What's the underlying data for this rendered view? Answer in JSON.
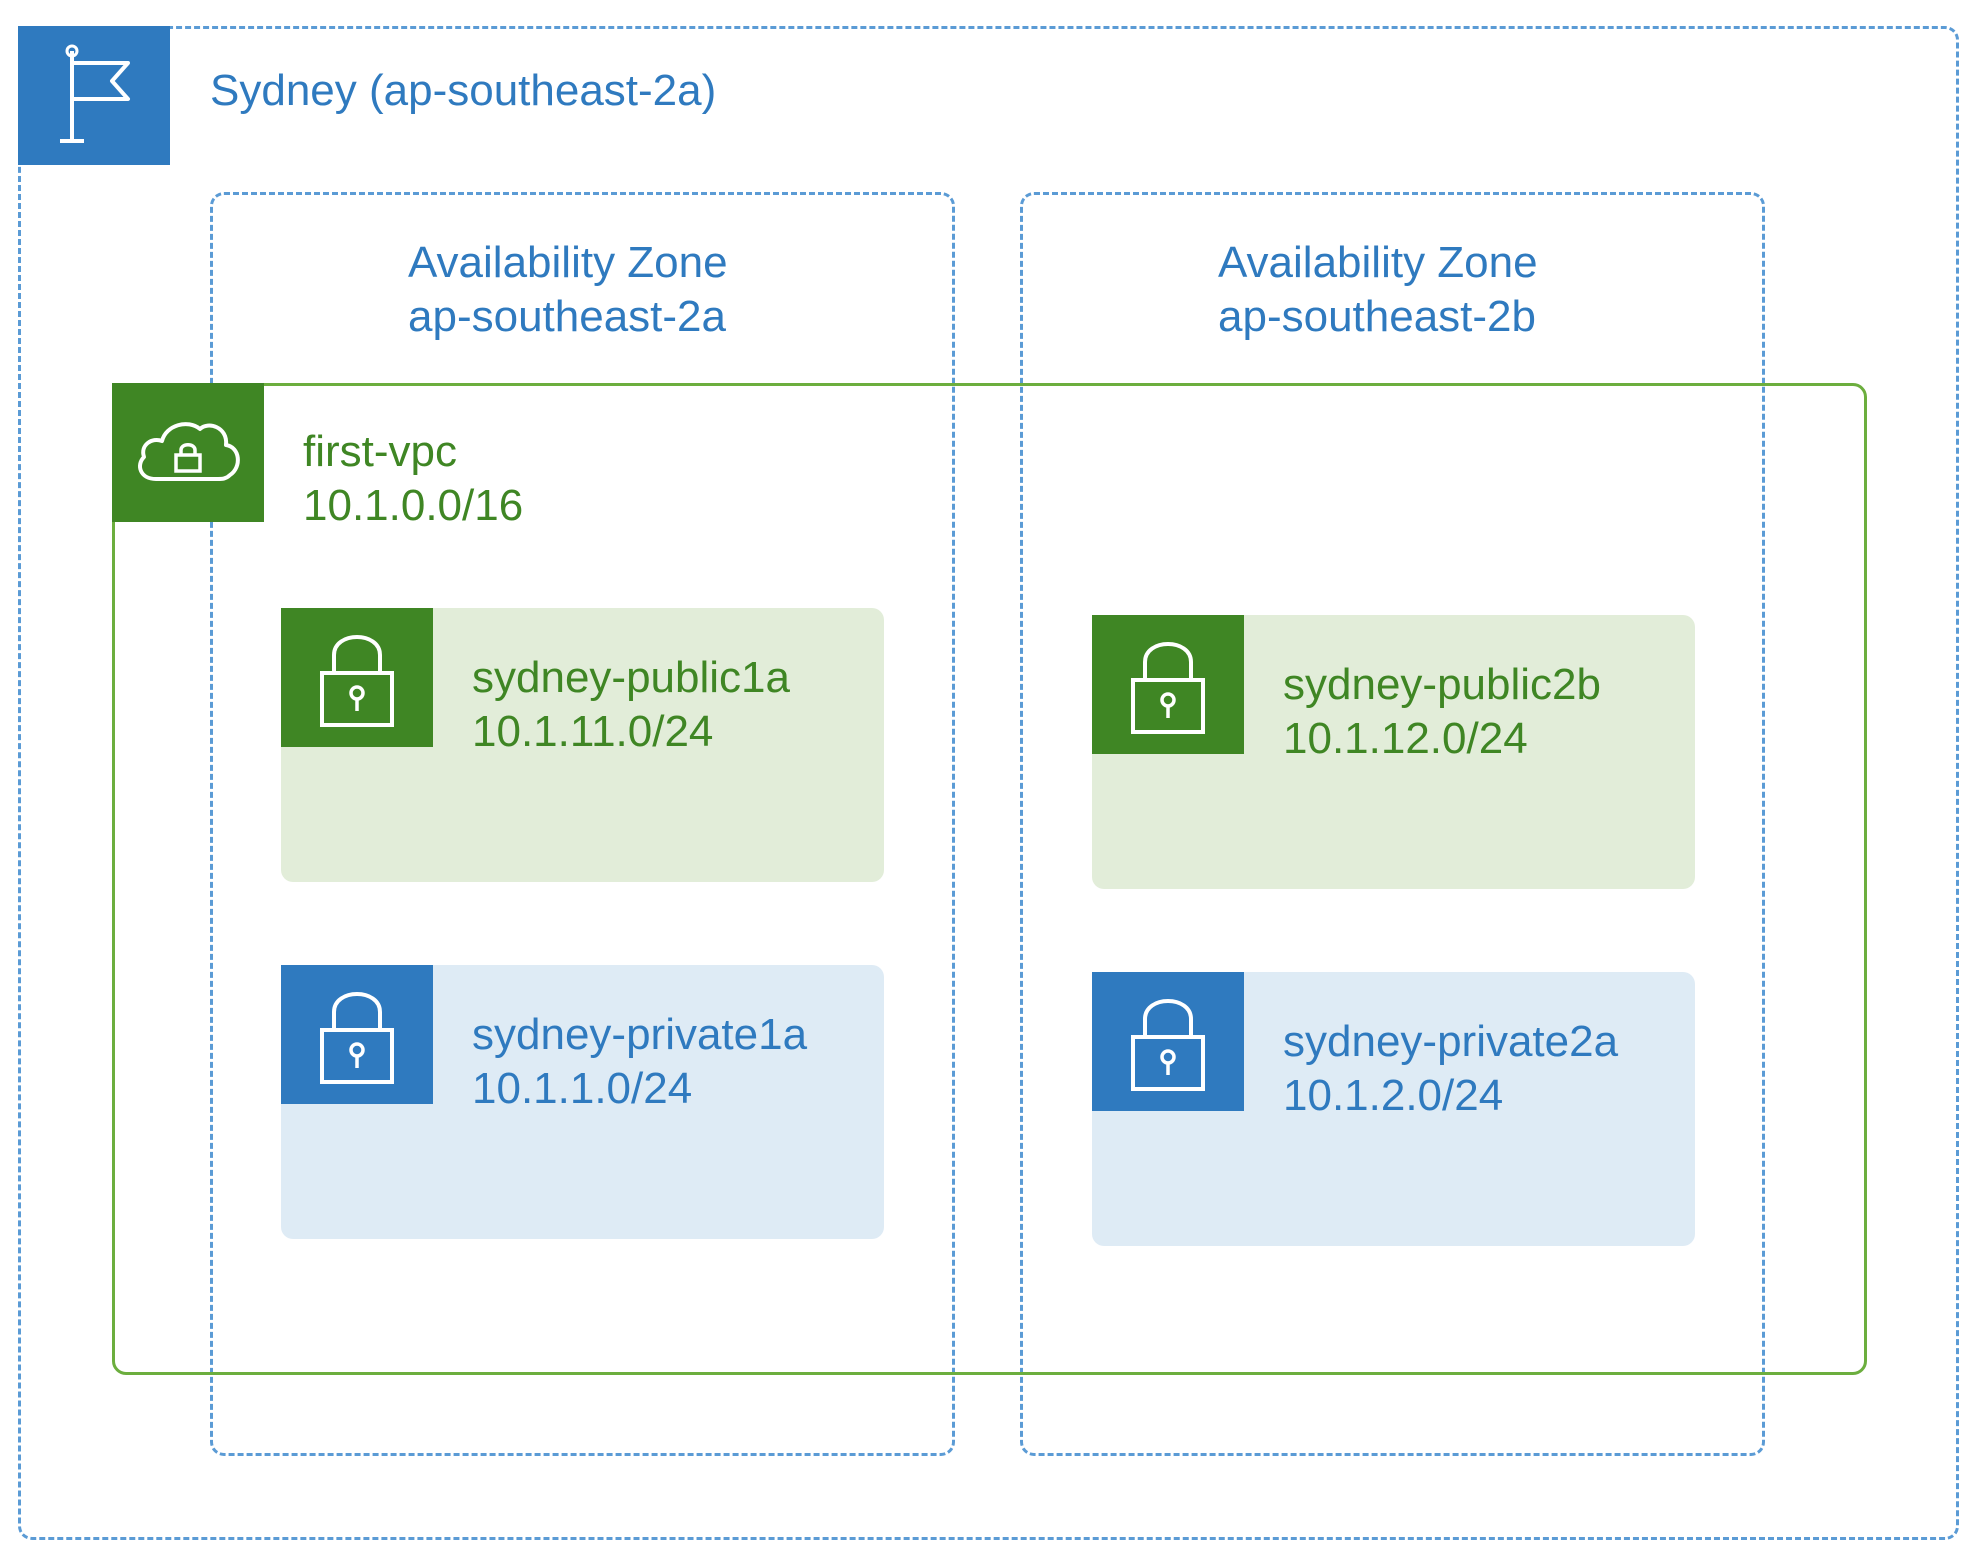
{
  "region": {
    "title": "Sydney (ap-southeast-2a)",
    "icon": "flag-icon",
    "color": "#2f7abf"
  },
  "availability_zones": [
    {
      "line1": "Availability Zone",
      "line2": "ap-southeast-2a"
    },
    {
      "line1": "Availability Zone",
      "line2": "ap-southeast-2b"
    }
  ],
  "vpc": {
    "name": "first-vpc",
    "cidr": "10.1.0.0/16",
    "icon": "cloud-lock-icon",
    "color": "#3f8624"
  },
  "subnets": [
    {
      "name": "sydney-public1a",
      "cidr": "10.1.11.0/24",
      "type": "public",
      "icon": "padlock-icon"
    },
    {
      "name": "sydney-public2b",
      "cidr": "10.1.12.0/24",
      "type": "public",
      "icon": "padlock-icon"
    },
    {
      "name": "sydney-private1a",
      "cidr": "10.1.1.0/24",
      "type": "private",
      "icon": "padlock-icon"
    },
    {
      "name": "sydney-private2a",
      "cidr": "10.1.2.0/24",
      "type": "private",
      "icon": "padlock-icon"
    }
  ],
  "colors": {
    "public_fill": "#e2edd9",
    "private_fill": "#deebf5",
    "public_accent": "#3f8624",
    "private_accent": "#2f7abf",
    "zone_border": "#5b9bd5",
    "vpc_border": "#6cae3e"
  }
}
